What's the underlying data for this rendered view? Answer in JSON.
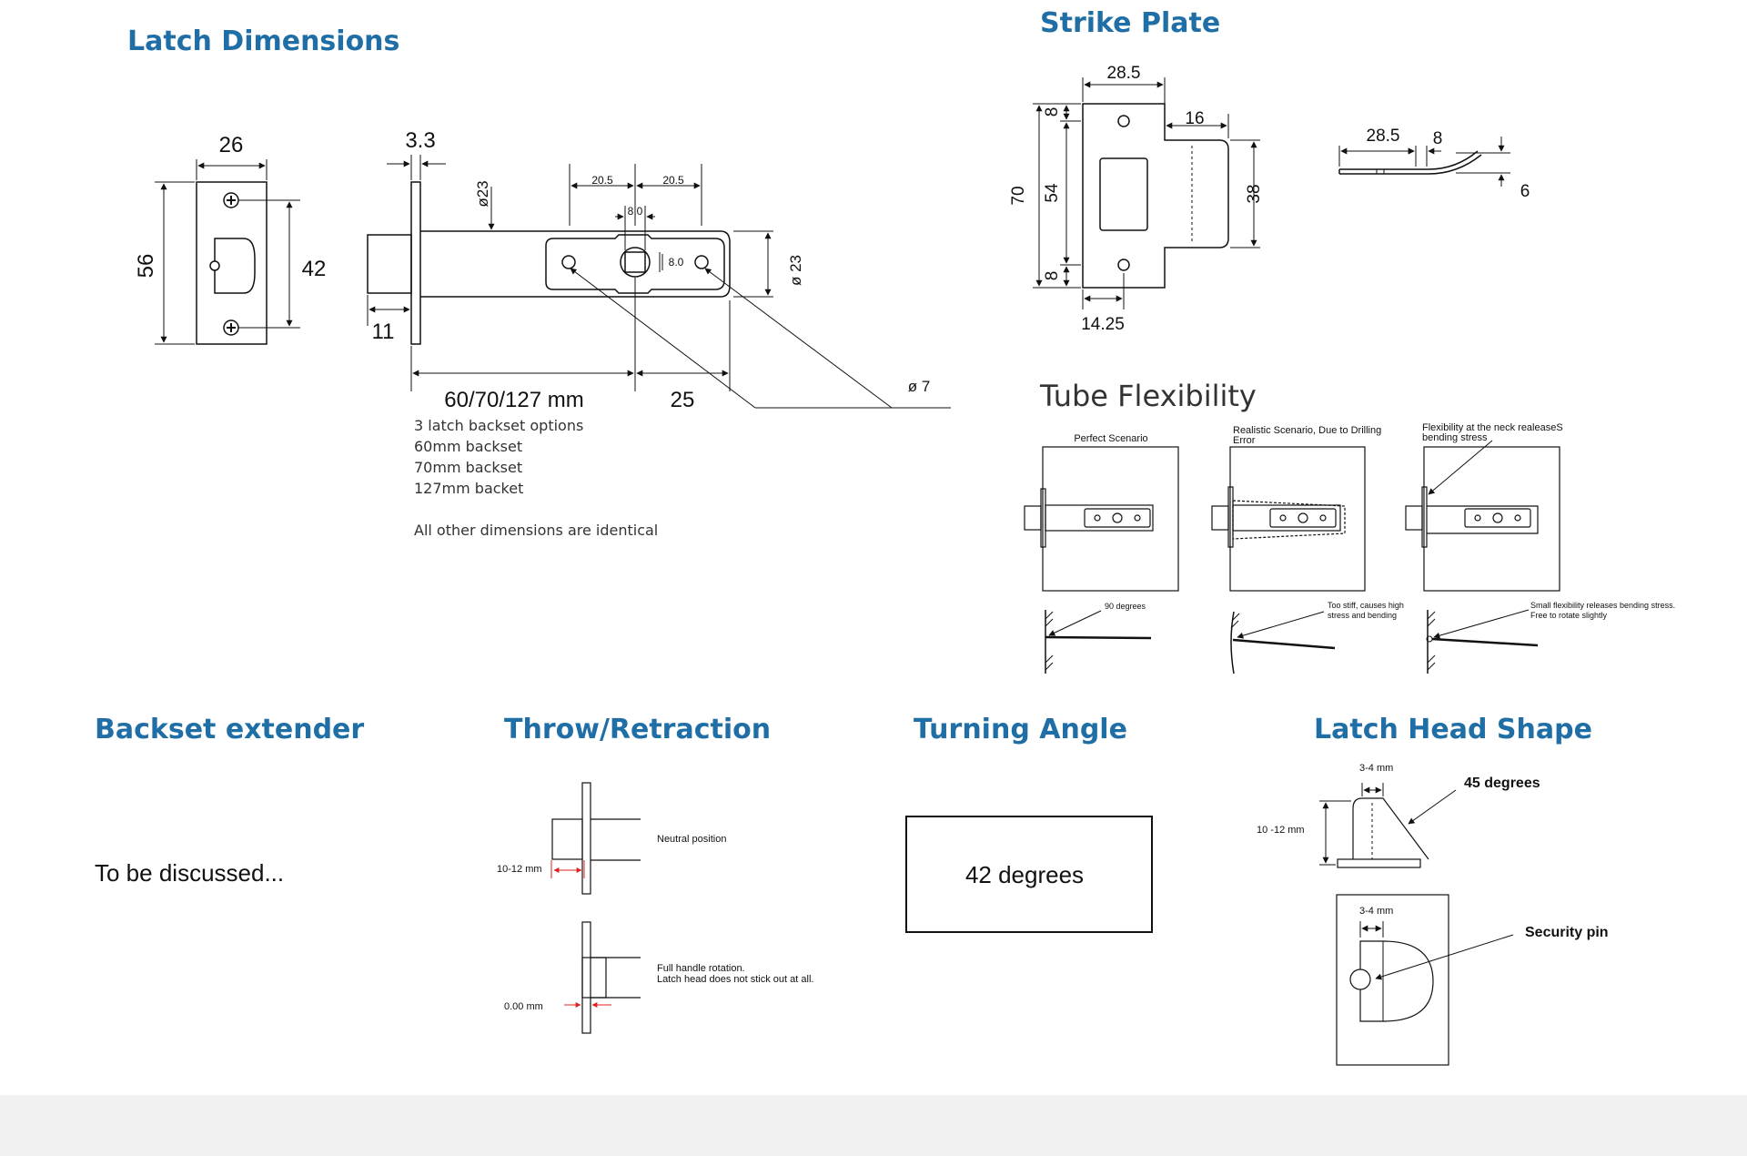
{
  "sections": {
    "latch_dimensions": "Latch Dimensions",
    "strike_plate": "Strike Plate",
    "tube_flexibility": "Tube Flexibility",
    "backset_extender": "Backset extender",
    "throw_retraction": "Throw/Retraction",
    "turning_angle": "Turning Angle",
    "latch_head_shape": "Latch Head Shape"
  },
  "latch_front": {
    "width": "26",
    "height": "56",
    "screw_spacing": "42"
  },
  "latch_side": {
    "plate": "3.3",
    "tube_dia": "ø23",
    "dia_right": "ø 23",
    "offset": "11",
    "span_a": "20.5",
    "span_b": "20.5",
    "slot_w": "8.0",
    "slot_h": "8.0",
    "backset": "60/70/127 mm",
    "head": "25",
    "hole_dia": "ø 7"
  },
  "backset_notes": [
    "3 latch backset options",
    "60mm backset",
    "70mm backset",
    "127mm backet",
    "",
    "All other dimensions are identical"
  ],
  "strike": {
    "width": "28.5",
    "tab": "16",
    "top": "8",
    "mid": "54",
    "bottom": "8",
    "total": "70",
    "height": "38",
    "offset": "14.25",
    "side_len": "28.5",
    "side_lip": "8",
    "side_h": "6"
  },
  "tube": {
    "perfect": "Perfect Scenario",
    "realistic": "Realistic Scenario, Due to Drilling Error",
    "flex": "Flexibility at the neck realeaseS bending stress",
    "deg90": "90 degrees",
    "stiff_1": "Too stiff, causes high",
    "stiff_2": "stress and bending",
    "small_1": "Small flexibility releases bending stress.",
    "small_2": "Free to rotate slightly"
  },
  "backset_extender_text": "To be discussed...",
  "throw": {
    "neutral": "Neutral position",
    "range": "10-12 mm",
    "full_1": "Full handle rotation.",
    "full_2": "Latch head does not stick out at all.",
    "zero": "0.00 mm"
  },
  "turning_angle_value": "42 degrees",
  "head": {
    "degrees": "45 degrees",
    "small_a": "3-4 mm",
    "height": "10 -12 mm",
    "small_b": "3-4 mm",
    "pin": "Security pin"
  }
}
